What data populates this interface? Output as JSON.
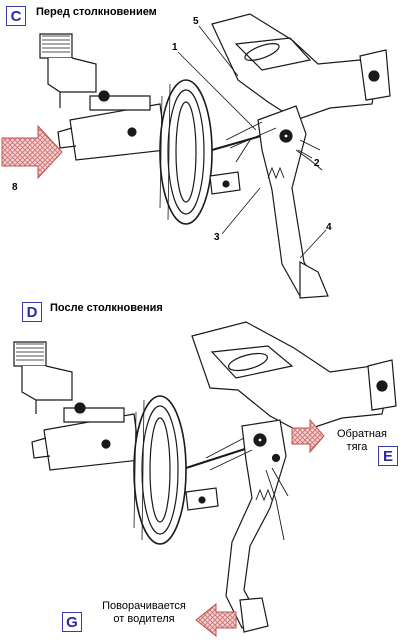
{
  "panels": {
    "top": {
      "badge": "C",
      "heading": "Перед столкновением",
      "callouts": [
        "5",
        "1",
        "2",
        "3",
        "4"
      ],
      "side_label": "8"
    },
    "bottom": {
      "badge": "D",
      "heading": "После столкновения",
      "arrow_e": {
        "badge": "E",
        "text_line1": "Обратная",
        "text_line2": "тяга"
      },
      "arrow_g": {
        "badge": "G",
        "text_line1": "Поворачивается",
        "text_line2": "от водителя"
      }
    }
  },
  "colors": {
    "ink": "#1a1a1a",
    "badge_border": "#3a3aa8",
    "arrow_fill": "#f1c7c7",
    "arrow_stroke": "#c0504d"
  }
}
